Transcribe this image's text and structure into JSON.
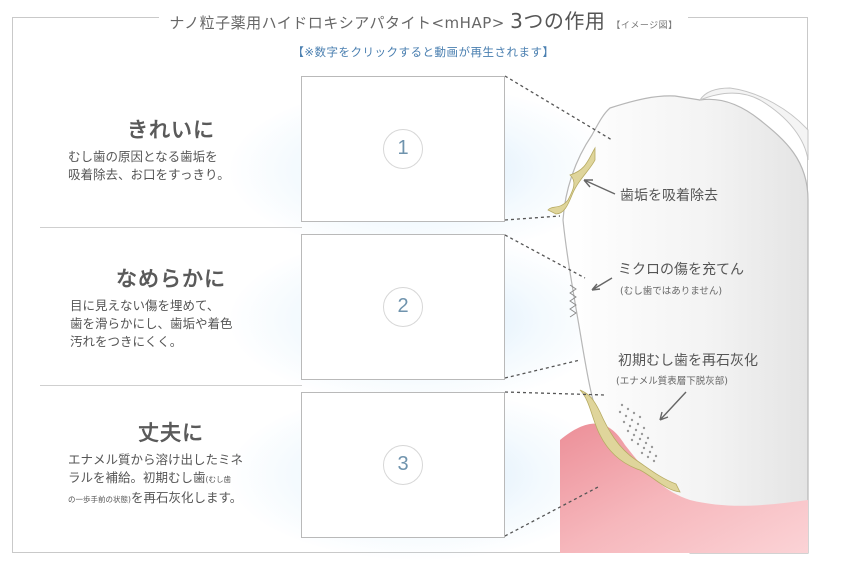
{
  "header": {
    "title_prefix": "ナノ粒子薬用ハイドロキシアパタイト<mHAP>",
    "title_main": "3つの作用",
    "title_note": "【イメージ図】"
  },
  "notice": "【※数字をクリックすると動画が再生されます】",
  "sections": [
    {
      "title": "きれいに",
      "desc_lines": [
        "むし歯の原因となる歯垢を",
        "吸着除去、お口をすっきり。"
      ],
      "number": "1"
    },
    {
      "title": "なめらかに",
      "desc_lines": [
        "目に見えない傷を埋めて、",
        "歯を滑らかにし、歯垢や着色",
        "汚れをつきにくく。"
      ],
      "number": "2"
    },
    {
      "title": "丈夫に",
      "desc_lines": [
        "エナメル質から溶け出したミネ",
        "ラルを補給。初期むし歯"
      ],
      "desc_tiny_1": "(むし歯",
      "desc_tiny_2": "の一歩手前の状態)",
      "desc_tail": "を再石灰化します。",
      "number": "3"
    }
  ],
  "labels": {
    "plaque": "歯垢を吸着除去",
    "micro_main": "ミクロの傷を充てん",
    "micro_sub": "(むし歯ではありません)",
    "remin_main": "初期むし歯を再石灰化",
    "remin_sub": "(エナメル質表層下脱灰部)"
  },
  "colors": {
    "accent_blue": "#4a7fb0",
    "number_color": "#6f93ad",
    "gum_pink": "#f2a1a8",
    "plaque_yellow": "#dfd59b"
  }
}
